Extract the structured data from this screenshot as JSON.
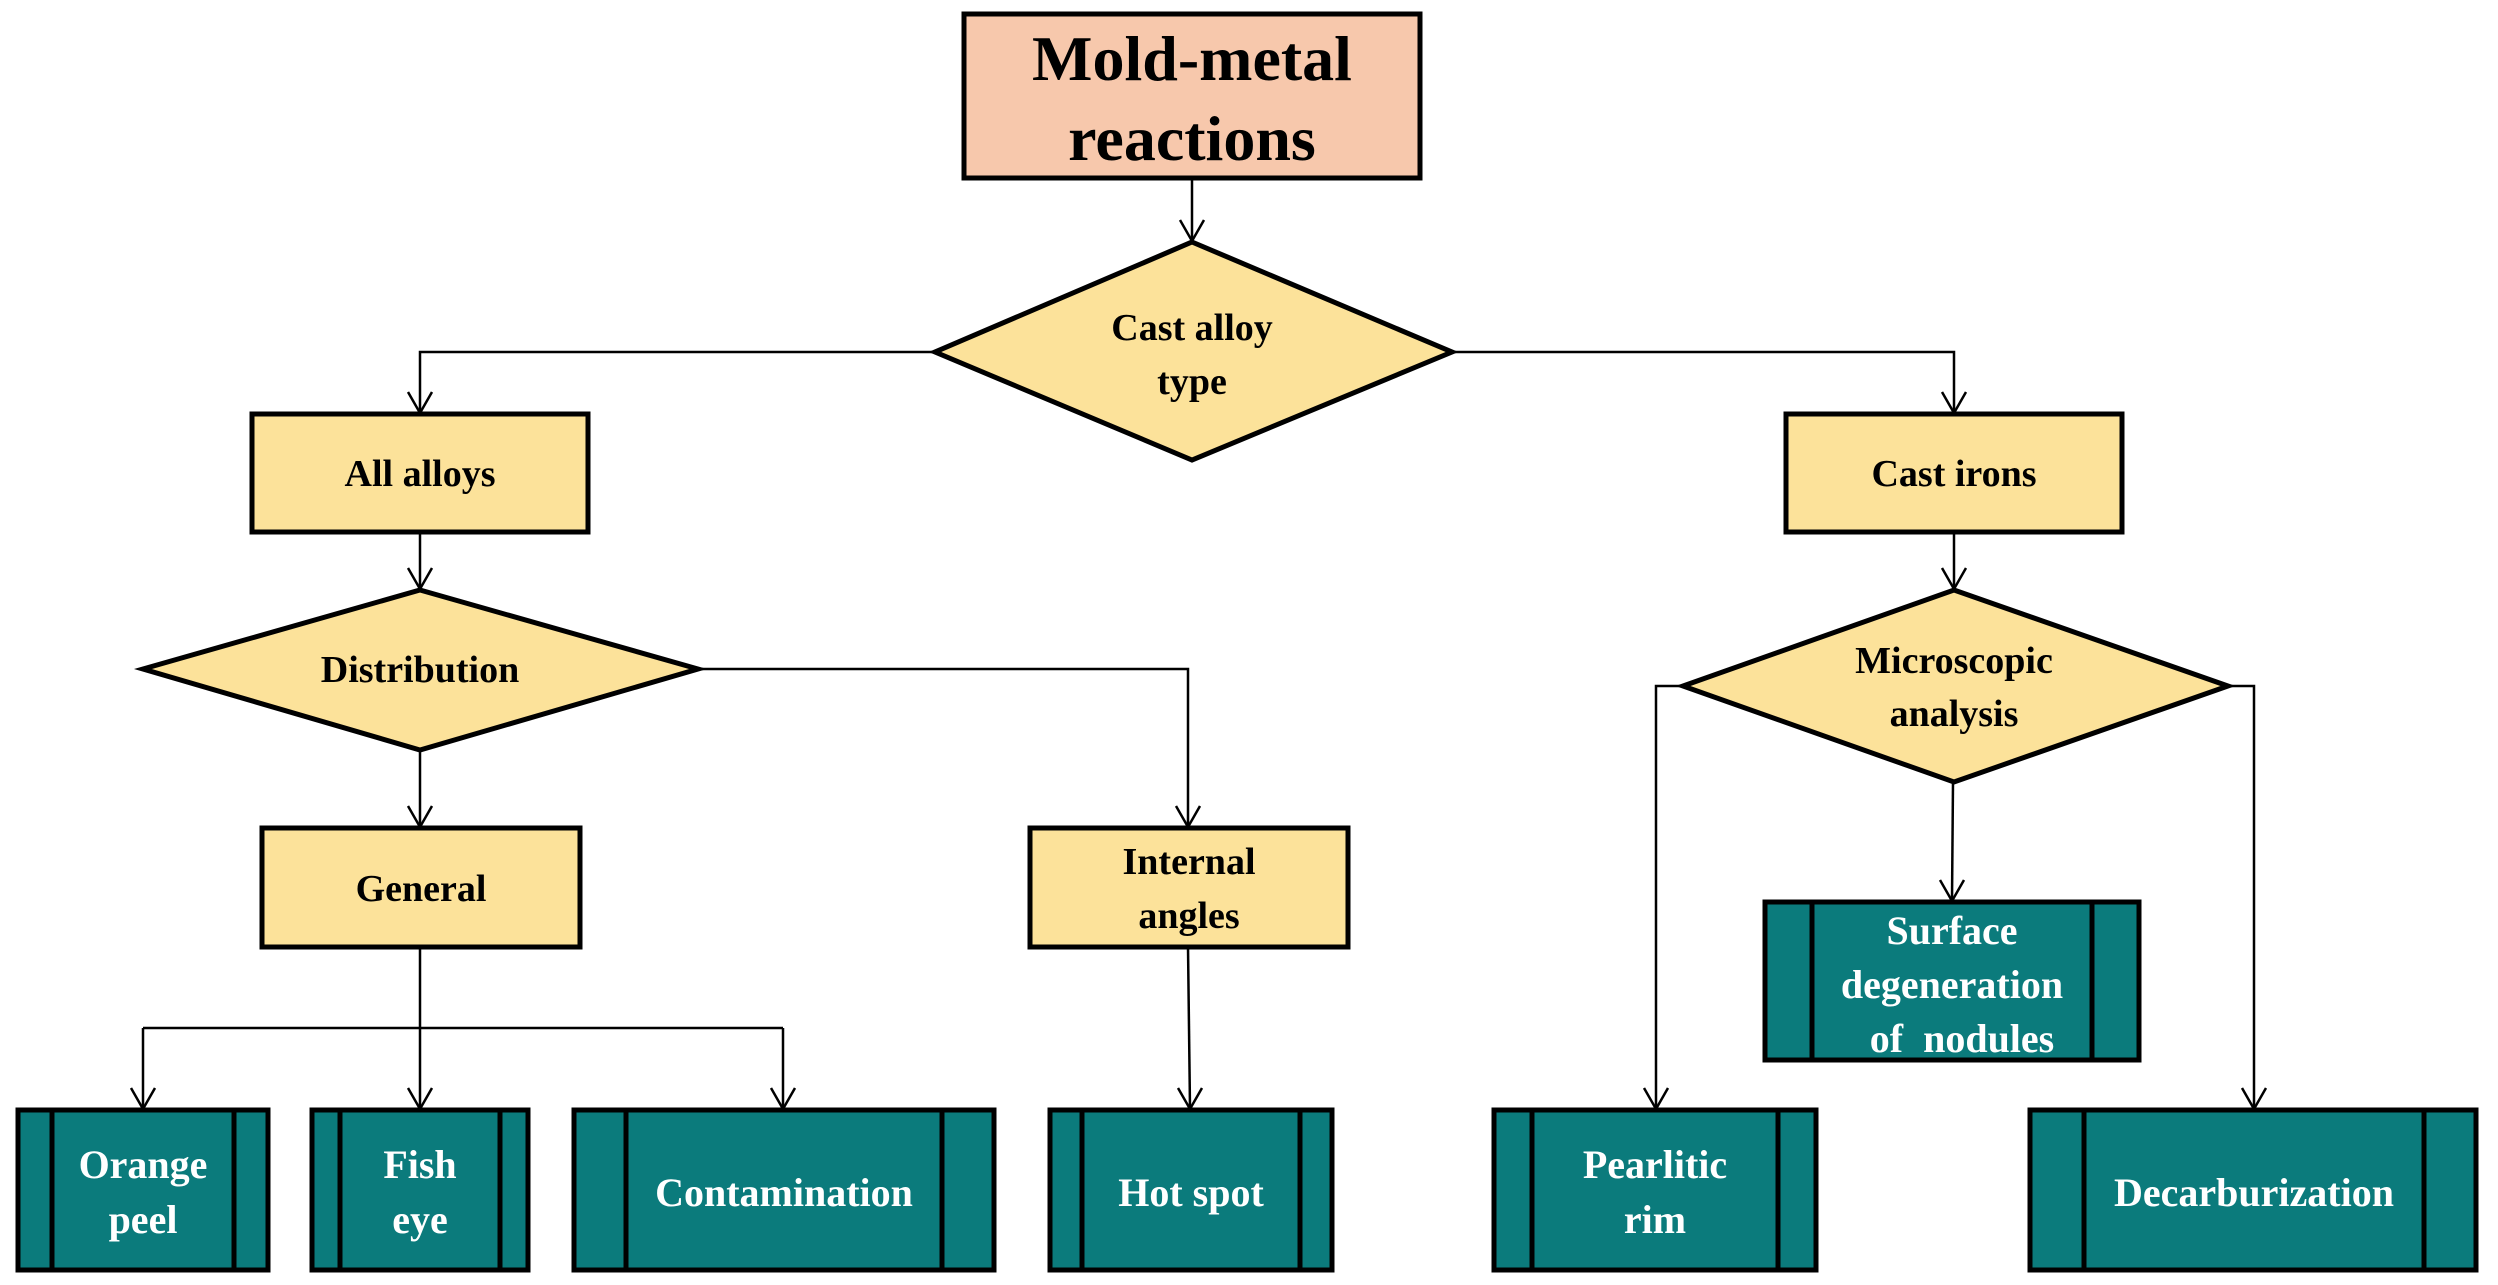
{
  "colors": {
    "root_fill": "#F7C8AC",
    "decision_fill": "#FCE29A",
    "outcome_fill": "#0B7B7C",
    "stroke": "#000000"
  },
  "nodes": {
    "root": {
      "lines": [
        "Mold-metal",
        "reactions"
      ]
    },
    "cast_alloy_type": {
      "lines": [
        "Cast alloy",
        "type"
      ]
    },
    "all_alloys": {
      "lines": [
        "All alloys"
      ]
    },
    "cast_irons": {
      "lines": [
        "Cast irons"
      ]
    },
    "distribution": {
      "lines": [
        "Distribution"
      ]
    },
    "microscopic_analysis": {
      "lines": [
        "Microscopic",
        "analysis"
      ]
    },
    "general": {
      "lines": [
        "General"
      ]
    },
    "internal_angles": {
      "lines": [
        "Internal",
        "angles"
      ]
    },
    "surface_degeneration": {
      "lines": [
        "Surface",
        "degeneration",
        "of  nodules"
      ]
    },
    "orange_peel": {
      "lines": [
        "Orange",
        "peel"
      ]
    },
    "fish_eye": {
      "lines": [
        "Fish",
        "eye"
      ]
    },
    "contamination": {
      "lines": [
        "Contamination"
      ]
    },
    "hot_spot": {
      "lines": [
        "Hot spot"
      ]
    },
    "pearlitic_rim": {
      "lines": [
        "Pearlitic",
        "rim"
      ]
    },
    "decarburization": {
      "lines": [
        "Decarburization"
      ]
    }
  }
}
